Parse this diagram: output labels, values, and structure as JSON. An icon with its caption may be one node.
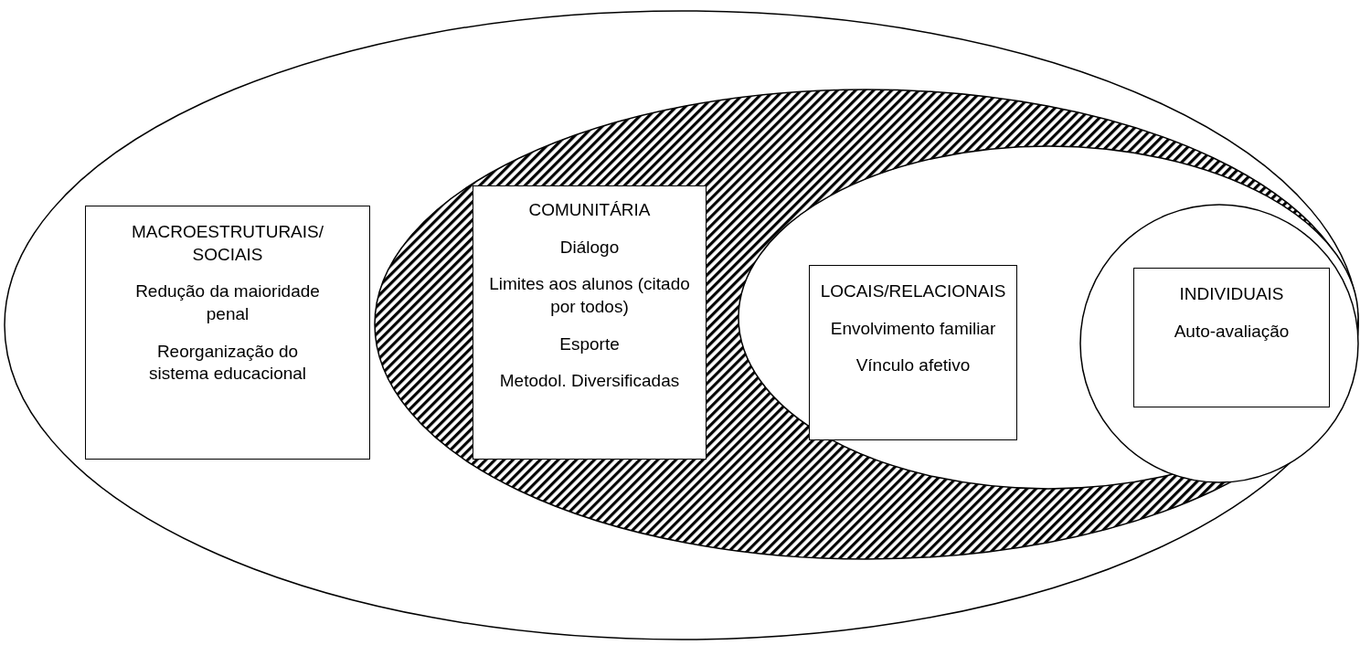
{
  "diagram": {
    "nodes": [
      {
        "text": [],
        "shape": "ellipse"
      },
      {
        "text": [
          "MACROESTRUTURAIS/ SOCIAIS",
          "Redução da maioridade penal",
          "Reorganização do sistema educacional"
        ],
        "in": 0
      },
      {
        "text": [],
        "shape": "ellipse",
        "in": 0
      },
      {
        "text": [
          "COMUNITÁRIA",
          "Diálogo",
          "Limites aos alunos (citado por todos)",
          "Esporte",
          "Metodol. Diversificadas"
        ],
        "in": 2
      },
      {
        "text": [],
        "shape": "ellipse",
        "in": 2
      },
      {
        "text": [
          "LOCAIS/RELACIONAIS",
          "Envolvimento familiar",
          "Vínculo afetivo"
        ],
        "in": 4
      },
      {
        "text": [],
        "shape": "circle",
        "in": 4
      },
      {
        "text": [
          "INDIVIDUAIS",
          "Auto-avaliação"
        ],
        "in": 6
      }
    ]
  }
}
